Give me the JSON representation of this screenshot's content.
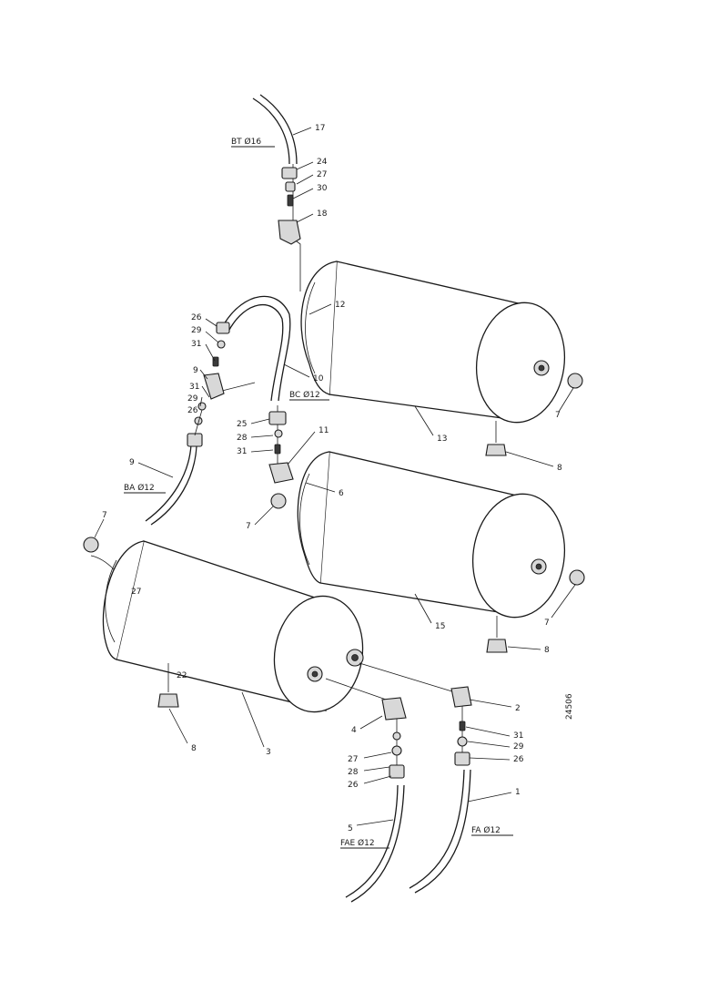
{
  "drawing": {
    "ref_number": "24506",
    "hose_labels": {
      "bt": "BT  Ø16",
      "bc": "BC  Ø12",
      "ba": "BA  Ø12",
      "fae": "FAE  Ø12",
      "fa": "FA  Ø12"
    },
    "part_labels": {
      "p17": "17",
      "p24": "24",
      "p27a": "27",
      "p30": "30",
      "p18": "18",
      "p26a": "26",
      "p29a": "29",
      "p31a": "31",
      "p9a": "9",
      "p31b": "31",
      "p29b": "29",
      "p26b": "26",
      "p10": "10",
      "p12": "12",
      "p25": "25",
      "p28": "28",
      "p31c": "31",
      "p11": "11",
      "p13": "13",
      "p8a": "8",
      "p7a": "7",
      "p6": "6",
      "p7b": "7",
      "p8b": "8",
      "p9b": "9",
      "p7c": "7",
      "p27b": "27",
      "p15": "15",
      "p7d": "7",
      "p22": "22",
      "p8c": "8",
      "p3": "3",
      "p4": "4",
      "p2": "2",
      "p31d": "31",
      "p29c": "29",
      "p26c": "26",
      "p27c": "27",
      "p28b": "28",
      "p26d": "26",
      "p5": "5",
      "p1": "1"
    }
  }
}
